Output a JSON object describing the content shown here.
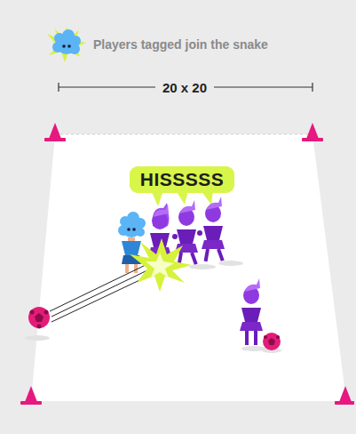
{
  "diagram": {
    "nodes": [
      {
        "text": [
          "HISSSSS"
        ]
      }
    ],
    "labels": [
      "20 x 20"
    ],
    "legend": [
      {
        "text": "Players tagged join the snake"
      }
    ]
  }
}
